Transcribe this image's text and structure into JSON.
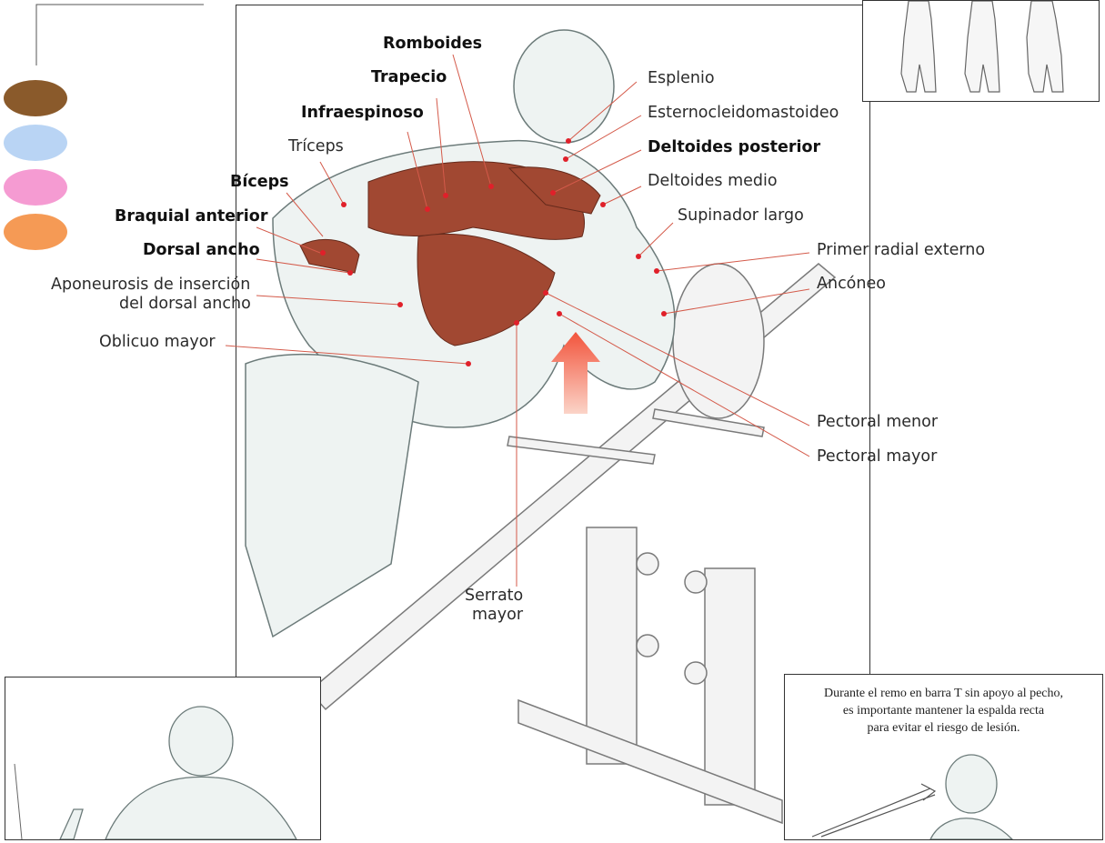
{
  "legend": {
    "swatches": [
      {
        "color": "#8a5a2b"
      },
      {
        "color": "#b9d4f4"
      },
      {
        "color": "#f59bd2"
      },
      {
        "color": "#f59a55"
      }
    ]
  },
  "labels_left": {
    "romboides": "Romboides",
    "trapecio": "Trapecio",
    "infraespinoso": "Infraespinoso",
    "triceps": "Tríceps",
    "biceps": "Bíceps",
    "braquial": "Braquial anterior",
    "dorsal": "Dorsal ancho",
    "aponeurosis_1": "Aponeurosis de inserción",
    "aponeurosis_2": "del dorsal ancho",
    "oblicuo": "Oblicuo mayor",
    "serrato_1": "Serrato",
    "serrato_2": "mayor"
  },
  "labels_right": {
    "esplenio": "Esplenio",
    "esternocleido": "Esternocleidomastoideo",
    "deltoides_post": "Deltoides posterior",
    "deltoides_medio": "Deltoides medio",
    "supinador": "Supinador largo",
    "primer_radial": "Primer radial externo",
    "anconeo": "Ancóneo",
    "pectoral_menor": "Pectoral menor",
    "pectoral_mayor": "Pectoral mayor"
  },
  "note": {
    "line1": "Durante el remo en barra T sin apoyo al pecho,",
    "line2": "es importante mantener la espalda recta",
    "line3": "para evitar el riesgo de lesión."
  },
  "colors": {
    "muscle_highlight": "#9b3a22",
    "pointer_dot": "#e0202a",
    "arrow": "#f2543c"
  }
}
